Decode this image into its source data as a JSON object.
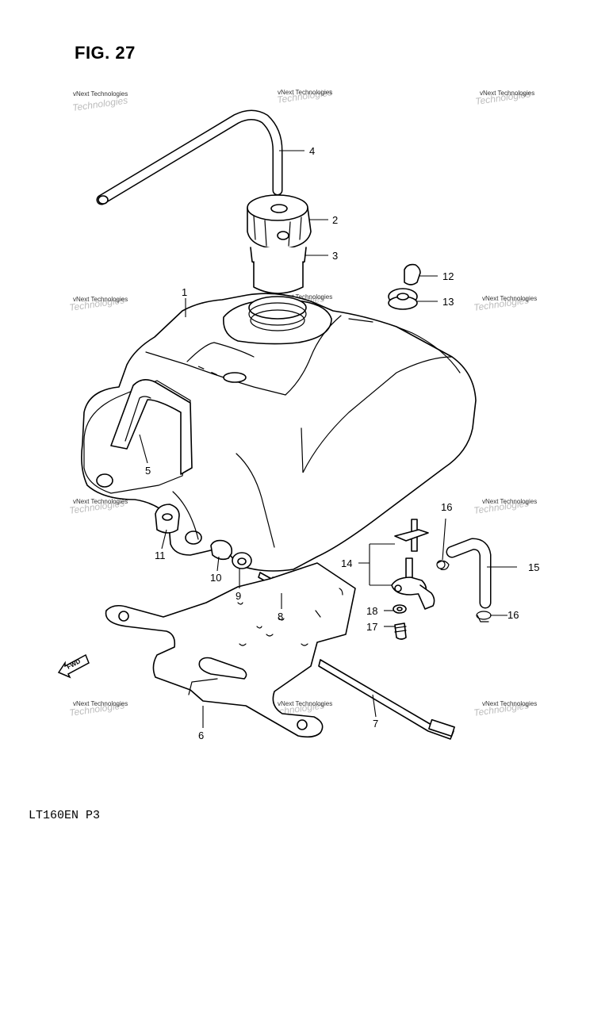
{
  "figure": {
    "title": "FIG. 27",
    "model_code": "LT160EN P3"
  },
  "watermark": {
    "line1": "vNext Technologies",
    "line2": "Technologies"
  },
  "callouts": [
    "1",
    "2",
    "3",
    "4",
    "5",
    "6",
    "7",
    "8",
    "9",
    "10",
    "11",
    "12",
    "13",
    "14",
    "15",
    "16",
    "16",
    "17",
    "18"
  ],
  "fwd_label": "FWD"
}
